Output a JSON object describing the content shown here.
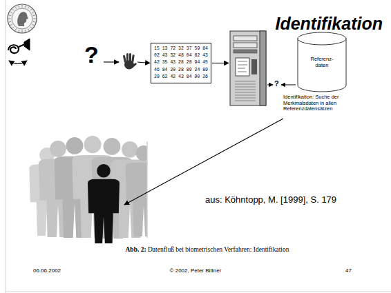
{
  "diagram": {
    "title": "Identifikation",
    "caption": "Abb. 2: Datenfluß bei biometrischen Verfahren: Identifikation",
    "nodes": [
      {
        "text": [
          "15 13 72 32 37 59 84 02 43 32 48 04 82 43 42 35 43 28 28 94 45 46 84 20 28 89 24 89 29 62 42 43 84 90 26"
        ]
      },
      {
        "text": [
          "Referenz- daten"
        ]
      }
    ],
    "labels": [
      "?",
      "?",
      "Identifikation: Suche der Merkmalsdaten in allen Referenzdatensätzen",
      "aus: Köhntopp, M. [1999], S. 179",
      "06.06.2002",
      "© 2002, Peter Bittner",
      "47"
    ]
  }
}
